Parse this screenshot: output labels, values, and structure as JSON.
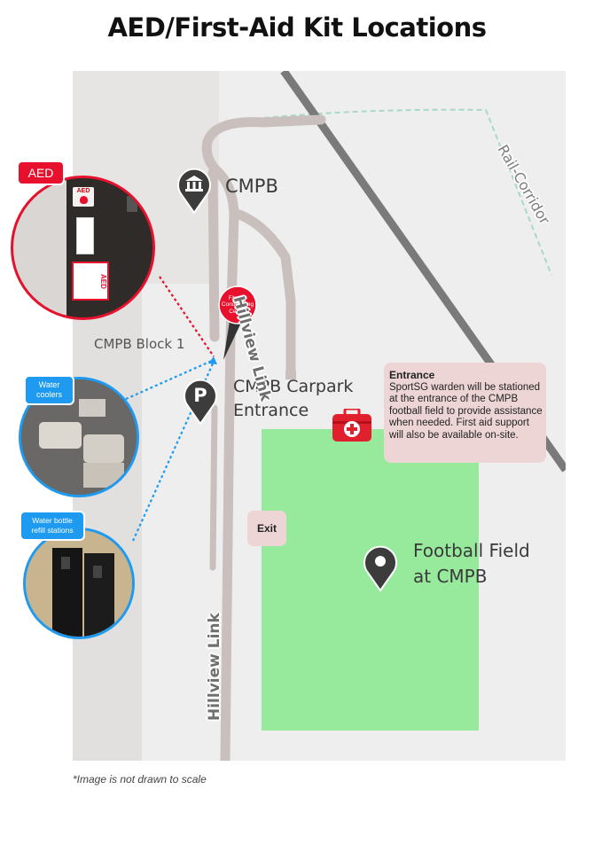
{
  "title": "AED/First-Aid Kit Locations",
  "map": {
    "places": {
      "cmpb": "CMPB",
      "cmpb_block": "CMPB Block 1",
      "carpark_line1": "CMPB Carpark",
      "carpark_line2": "Entrance",
      "field_line1": "Football Field",
      "field_line2": "at CMPB",
      "fitness_line1": "Fitness",
      "fitness_line2": "Conditioning",
      "fitness_line3": "Centre"
    },
    "roads": {
      "hillview_upper": "Hillview Link",
      "hillview_lower": "Hillview Link",
      "rail": "Rail-Corridor"
    },
    "entrance_box": {
      "heading": "Entrance",
      "body": "SportSG warden will be stationed at the entrance of the CMPB football field to provide assistance when needed. First aid support will also be available on-site."
    },
    "exit_label": "Exit",
    "colors": {
      "field": "#97e99c",
      "aed_red": "#e8112d",
      "water_blue": "#1e9bf0",
      "info_box": "#edd5d6",
      "road": "#c9bfbd"
    }
  },
  "callouts": {
    "aed": {
      "tag": "AED",
      "sign_text": "AED",
      "cabinet_text": "AED"
    },
    "water_coolers": {
      "tag_line1": "Water",
      "tag_line2": "coolers"
    },
    "bottle_refill": {
      "tag_line1": "Water bottle",
      "tag_line2": "refill stations"
    }
  },
  "icons": [
    "museum-icon",
    "parking-icon",
    "first-aid-kit-icon",
    "location-pin-icon"
  ],
  "footnote": "*Image is not drawn to scale"
}
